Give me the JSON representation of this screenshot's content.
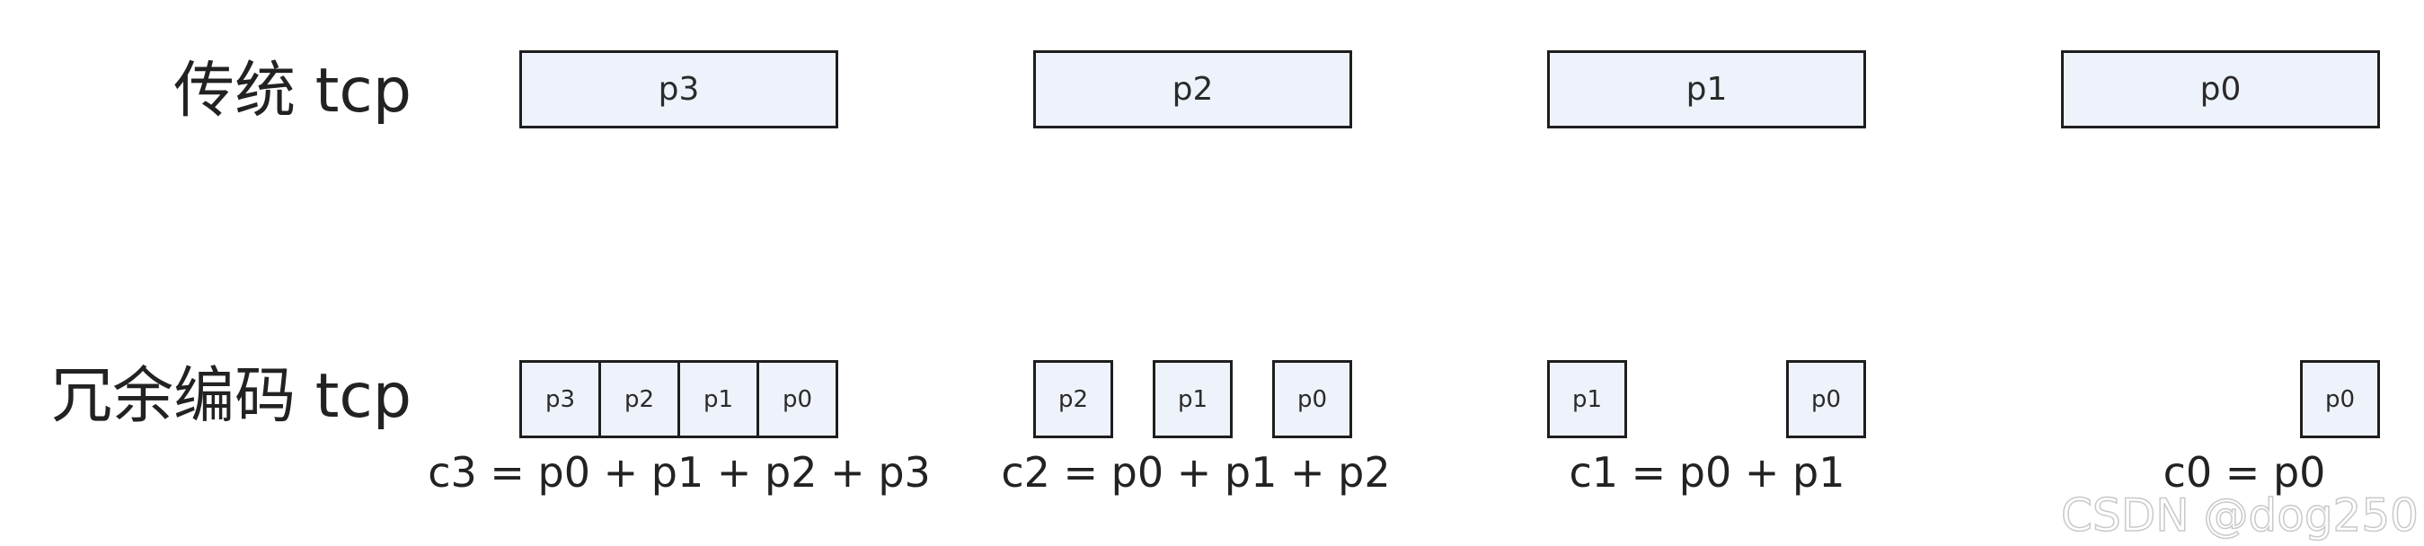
{
  "labels": {
    "traditional": "传统 tcp",
    "redundant": "冗余编码 tcp"
  },
  "traditional_packets": [
    "p3",
    "p2",
    "p1",
    "p0"
  ],
  "redundant_groups": [
    {
      "packets": [
        "p3",
        "p2",
        "p1",
        "p0"
      ],
      "formula": "c3 = p0 + p1 + p2 + p3"
    },
    {
      "packets": [
        "p2",
        "p1",
        "p0"
      ],
      "formula": "c2 = p0 + p1 + p2"
    },
    {
      "packets": [
        "p1",
        "p0"
      ],
      "formula": "c1 = p0 + p1"
    },
    {
      "packets": [
        "p0"
      ],
      "formula": "c0 = p0"
    }
  ],
  "watermark": "CSDN @dog250",
  "colors": {
    "box_fill": "#eef2fb",
    "box_border": "#1e1e1e"
  }
}
